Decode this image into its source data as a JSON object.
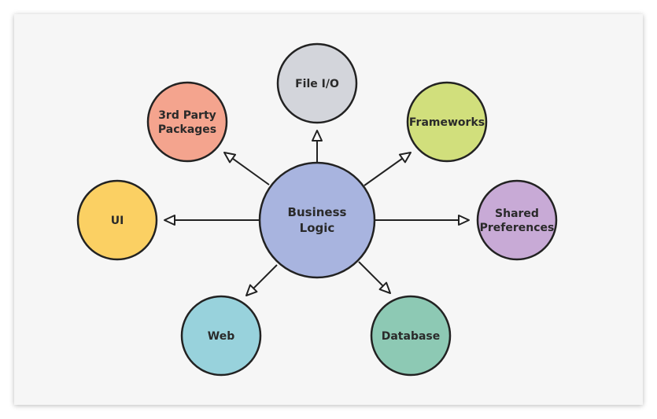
{
  "center": {
    "lines": [
      "Business",
      "Logic"
    ],
    "color": "#a8b4df"
  },
  "nodes": [
    {
      "id": "file-io",
      "lines": [
        "File I/O"
      ],
      "color": "#d3d5db"
    },
    {
      "id": "frameworks",
      "lines": [
        "Frameworks"
      ],
      "color": "#d1df7c"
    },
    {
      "id": "shared-preferences",
      "lines": [
        "Shared",
        "Preferences"
      ],
      "color": "#c8aad6"
    },
    {
      "id": "database",
      "lines": [
        "Database"
      ],
      "color": "#8dc9b4"
    },
    {
      "id": "web",
      "lines": [
        "Web"
      ],
      "color": "#98d2dc"
    },
    {
      "id": "ui",
      "lines": [
        "UI"
      ],
      "color": "#fbd063"
    },
    {
      "id": "3rd-party-packages",
      "lines": [
        "3rd Party",
        "Packages"
      ],
      "color": "#f4a48e"
    }
  ],
  "colors": {
    "stroke": "#222222",
    "background": "#f6f6f6"
  }
}
